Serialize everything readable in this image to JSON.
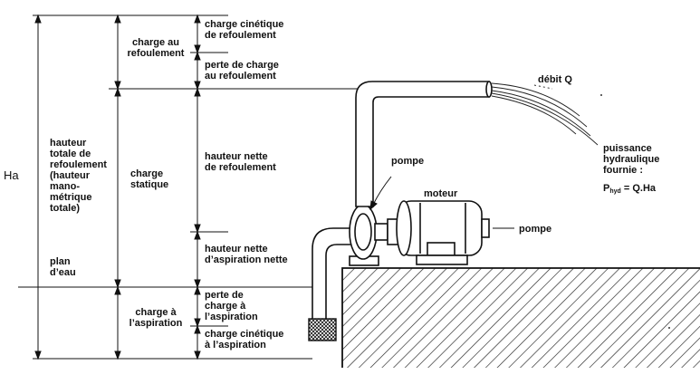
{
  "labels": {
    "ha": "Ha",
    "hauteur_totale": "hauteur\ntotale de\nrefoulement\n(hauteur\nmano-\nmétrique\ntotale)",
    "plan_eau": "plan\nd’eau",
    "charge_refoulement": "charge au\nrefoulement",
    "charge_statique": "charge\nstatique",
    "charge_aspiration": "charge à\nl’aspiration",
    "charge_cinetique_refoulement": "charge cinétique\nde refoulement",
    "perte_charge_refoulement": "perte de charge\nau refoulement",
    "hauteur_nette_refoulement": "hauteur nette\nde refoulement",
    "hauteur_nette_aspiration": "hauteur nette\nd’aspiration nette",
    "perte_charge_aspiration": "perte de\ncharge à\nl’aspiration",
    "charge_cinetique_aspiration": "charge cinétique\nà l’aspiration",
    "pompe_top": "pompe",
    "moteur": "moteur",
    "pompe_right": "pompe",
    "debit": "débit Q",
    "puissance": "puissance\nhydraulique\nfournie :",
    "formula_p": "P",
    "formula_sub": "hyd",
    "formula_rest": " = Q.Ha"
  }
}
